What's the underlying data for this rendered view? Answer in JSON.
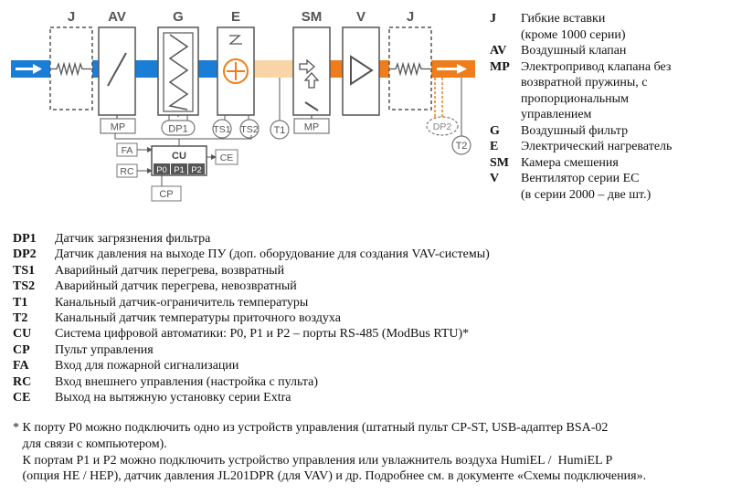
{
  "diagram": {
    "sections": [
      {
        "key": "J_in",
        "label": "J"
      },
      {
        "key": "AV",
        "label": "AV"
      },
      {
        "key": "G",
        "label": "G"
      },
      {
        "key": "E",
        "label": "E"
      },
      {
        "key": "SM",
        "label": "SM"
      },
      {
        "key": "V",
        "label": "V"
      },
      {
        "key": "J_out",
        "label": "J"
      }
    ],
    "sensors": {
      "mp_av": "MP",
      "dp1": "DP1",
      "ts1": "TS1",
      "ts2": "TS2",
      "t1": "T1",
      "mp_sm": "MP",
      "dp2": "DP2",
      "t2": "T2"
    },
    "control": {
      "cu": "CU",
      "ports": [
        "P0",
        "P1",
        "P2"
      ],
      "fa": "FA",
      "rc": "RC",
      "ce": "CE",
      "cp": "CP"
    },
    "colors": {
      "intake": "#1a7ed6",
      "heated": "#f9d4a6",
      "supply": "#f07d1c",
      "outline": "#4a4a4a",
      "dark": "#555555"
    }
  },
  "right_legend": [
    {
      "code": "J",
      "desc": "Гибкие вставки"
    },
    {
      "code": "",
      "desc": "(кроме 1000 серии)"
    },
    {
      "code": "AV",
      "desc": "Воздушный клапан"
    },
    {
      "code": "MP",
      "desc": "Электропривод клапана без"
    },
    {
      "code": "",
      "desc": "возвратной пружины, с"
    },
    {
      "code": "",
      "desc": "пропорциональным"
    },
    {
      "code": "",
      "desc": "управлением"
    },
    {
      "code": "G",
      "desc": "Воздушный фильтр"
    },
    {
      "code": "E",
      "desc": "Электрический нагреватель"
    },
    {
      "code": "SM",
      "desc": "Камера смешения"
    },
    {
      "code": "V",
      "desc": "Вентилятор серии EC"
    },
    {
      "code": "",
      "desc": "(в серии 2000 – две шт.)"
    }
  ],
  "bottom_legend": [
    {
      "code": "DP1",
      "desc": "Датчик загрязнения фильтра"
    },
    {
      "code": "DP2",
      "desc": "Датчик давления на выходе ПУ (доп. оборудование для создания VAV-системы)"
    },
    {
      "code": "TS1",
      "desc": "Аварийный датчик перегрева, возвратный"
    },
    {
      "code": "TS2",
      "desc": "Аварийный датчик перегрева, невозвратный"
    },
    {
      "code": "T1",
      "desc": "Канальный датчик-ограничитель температуры"
    },
    {
      "code": "T2",
      "desc": "Канальный датчик температуры приточного воздуха"
    },
    {
      "code": "CU",
      "desc": "Система цифровой автоматики: P0, P1 и P2 – порты RS-485 (ModBus RTU)*"
    },
    {
      "code": "CP",
      "desc": "Пульт управления"
    },
    {
      "code": "FA",
      "desc": "Вход для пожарной сигнализации"
    },
    {
      "code": "RC",
      "desc": "Вход внешнего управления (настройка с пульта)"
    },
    {
      "code": "CE",
      "desc": "Выход на вытяжную установку серии Extra"
    }
  ],
  "footnote": [
    "* К порту P0 можно подключить одно из устройств управления (штатный пульт CP-ST, USB-адаптер BSA-02",
    "   для связи с компьютером).",
    "   К портам P1 и P2 можно подключить устройство управления или увлажнитель воздуха HumiEL /  HumiEL P",
    "   (опция HE / HEP), датчик давления JL201DPR (для VAV) и др. Подробнее см. в документе «Схемы подключения»."
  ]
}
